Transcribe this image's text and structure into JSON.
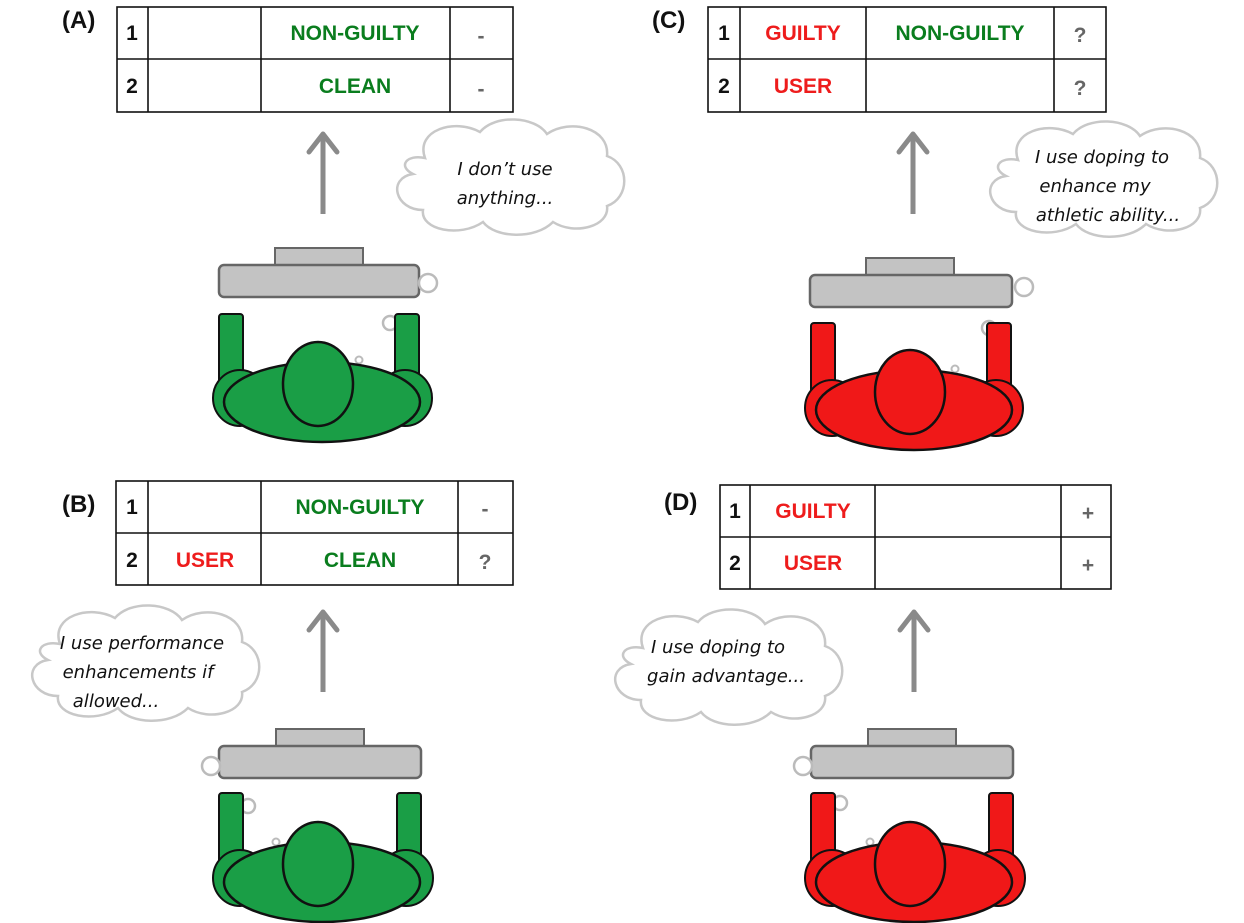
{
  "colors": {
    "green": "#0a7d1e",
    "red": "#ee1c1c",
    "gray_mark": "#666666",
    "figure_green": "#1a9e46",
    "figure_red": "#f01818",
    "desk": "#c3c3c3",
    "arrow": "#8a8a8a",
    "cloud_stroke": "#c8c8c8"
  },
  "panels": {
    "A": {
      "label": "(A)",
      "rows": [
        {
          "num": "1",
          "col1": "",
          "col2": "NON-GUILTY",
          "mark": "-"
        },
        {
          "num": "2",
          "col1": "",
          "col2": "CLEAN",
          "mark": "-"
        }
      ],
      "thought": [
        "I don’t use",
        "anything..."
      ]
    },
    "B": {
      "label": "(B)",
      "rows": [
        {
          "num": "1",
          "col1": "",
          "col2": "NON-GUILTY",
          "mark": "-"
        },
        {
          "num": "2",
          "col1": "USER",
          "col2": "CLEAN",
          "mark": "?"
        }
      ],
      "thought": [
        "I use performance",
        "enhancements if",
        "allowed..."
      ]
    },
    "C": {
      "label": "(C)",
      "rows": [
        {
          "num": "1",
          "col1": "GUILTY",
          "col2": "NON-GUILTY",
          "mark": "?"
        },
        {
          "num": "2",
          "col1": "USER",
          "col2": "",
          "mark": "?"
        }
      ],
      "thought": [
        "I use doping to",
        "enhance my",
        "athletic ability..."
      ]
    },
    "D": {
      "label": "(D)",
      "rows": [
        {
          "num": "1",
          "col1": "GUILTY",
          "col2": "",
          "mark": "+"
        },
        {
          "num": "2",
          "col1": "USER",
          "col2": "",
          "mark": "+"
        }
      ],
      "thought": [
        "I use doping to",
        "gain advantage..."
      ]
    }
  }
}
